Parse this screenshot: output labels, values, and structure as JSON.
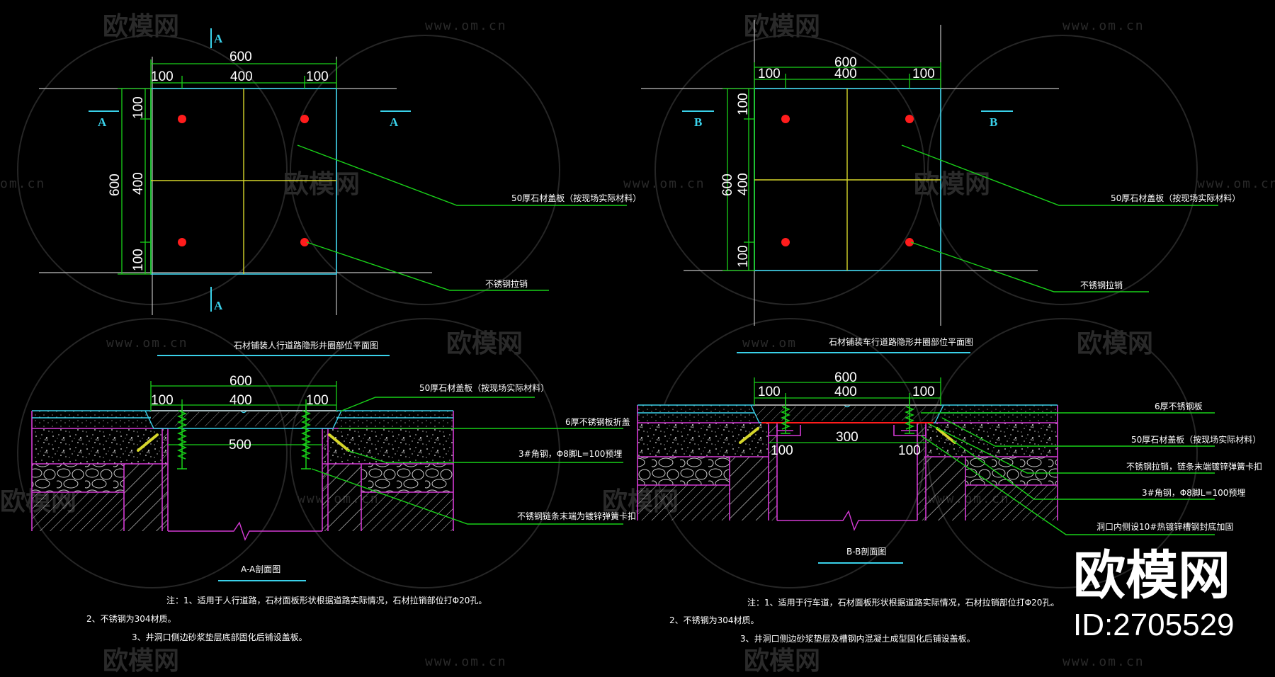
{
  "watermark": {
    "brand_cn": "欧模网",
    "url": "www.om.cn",
    "url_partial": "om.cn",
    "url_prefix": "www.om"
  },
  "brand": {
    "name": "欧模网",
    "id": "ID:2705529"
  },
  "left": {
    "plan_title": "石材铺装人行道路隐形井圈部位平面图",
    "section_title": "A-A剖面图",
    "section_mark": "A",
    "dims": {
      "total": "600",
      "side": "100",
      "mid": "400",
      "bottom": "500"
    },
    "labels": {
      "cover": "50厚石材盖板（按现场实际材料）",
      "pin": "不锈钢拉销",
      "plate": "6厚不锈钢板折盖",
      "angle": "3#角钢，Φ8脚L=100预埋",
      "spring": "不锈钢链条末端为镀锌弹簧卡扣"
    },
    "notes": [
      "注：1、适用于人行道路，石材面板形状根据道路实际情况，石材拉销部位打Φ20孔。",
      "2、不锈钢为304材质。",
      "3、井洞口侧边砂浆垫层底部固化后铺设盖板。"
    ]
  },
  "right": {
    "plan_title": "石材铺装车行道路隐形井圈部位平面图",
    "section_title": "B-B剖面图",
    "section_mark": "B",
    "dims": {
      "total": "600",
      "side": "100",
      "mid": "400",
      "bottom": "300",
      "small": "100"
    },
    "labels": {
      "cover": "50厚石材盖板（按现场实际材料）",
      "pin": "不锈钢拉销",
      "plate": "6厚不锈钢板",
      "chain": "不锈钢拉销，链条末端镀锌弹簧卡扣",
      "angle": "3#角钢，Φ8脚L=100预埋",
      "channel": "洞口内侧设10#热镀锌槽钢封底加固"
    },
    "notes": [
      "注：1、适用于行车道，石材面板形状根据道路实际情况，石材拉销部位打Φ20孔。",
      "2、不锈钢为304材质。",
      "3、井洞口侧边砂浆垫层及槽钢内混凝土成型固化后铺设盖板。"
    ]
  },
  "colors": {
    "green": "#19d119",
    "cyan": "#3ad1ea",
    "yellow": "#d6d62a",
    "magenta": "#d43ad4",
    "red": "#ff1c1c",
    "grid": "#bfbfbf"
  }
}
